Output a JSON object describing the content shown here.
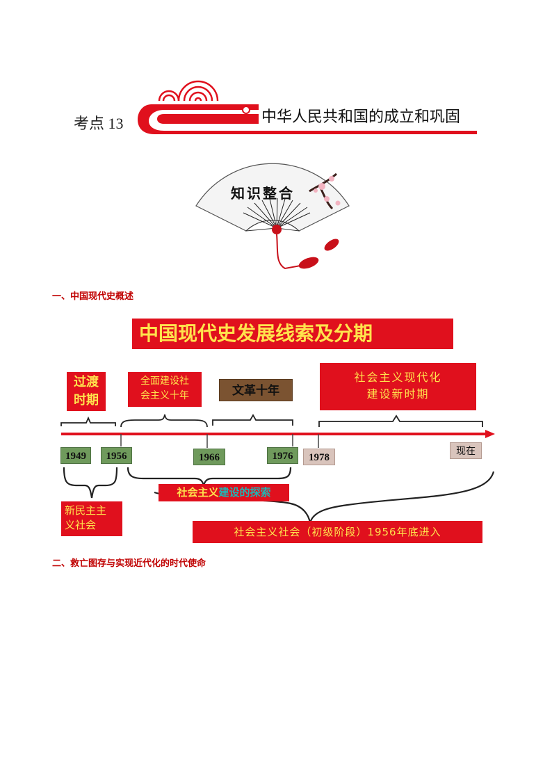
{
  "header": {
    "kaodian": "考点 13",
    "title": "中华人民共和国的成立和巩固"
  },
  "fan": {
    "title": "知识整合"
  },
  "sections": {
    "s1": "一、中国现代史概述",
    "s2": "二、救亡图存与实现近代化的时代使命"
  },
  "timeline": {
    "title": "中国现代史发展线索及分期",
    "guodu": [
      "过渡",
      "时期"
    ],
    "quanmian": [
      "全面建设社",
      "会主义十年"
    ],
    "wenge": "文革十年",
    "xiandai": [
      "社会主义现代化",
      "建设新时期"
    ],
    "years": [
      "1949",
      "1956",
      "1966",
      "1976",
      "1978"
    ],
    "now": "现在",
    "tansuo_a": "社会主义",
    "tansuo_b": "建设的探索",
    "xinminzhu": [
      "新民主主",
      "义社会"
    ],
    "chuji": "社会主义社会（初级阶段）1956年底进入"
  },
  "colors": {
    "red": "#e0101d",
    "yellow": "#ffe34d",
    "green": "#6f9a5c",
    "brown": "#7b5331",
    "heading": "#c00000"
  }
}
